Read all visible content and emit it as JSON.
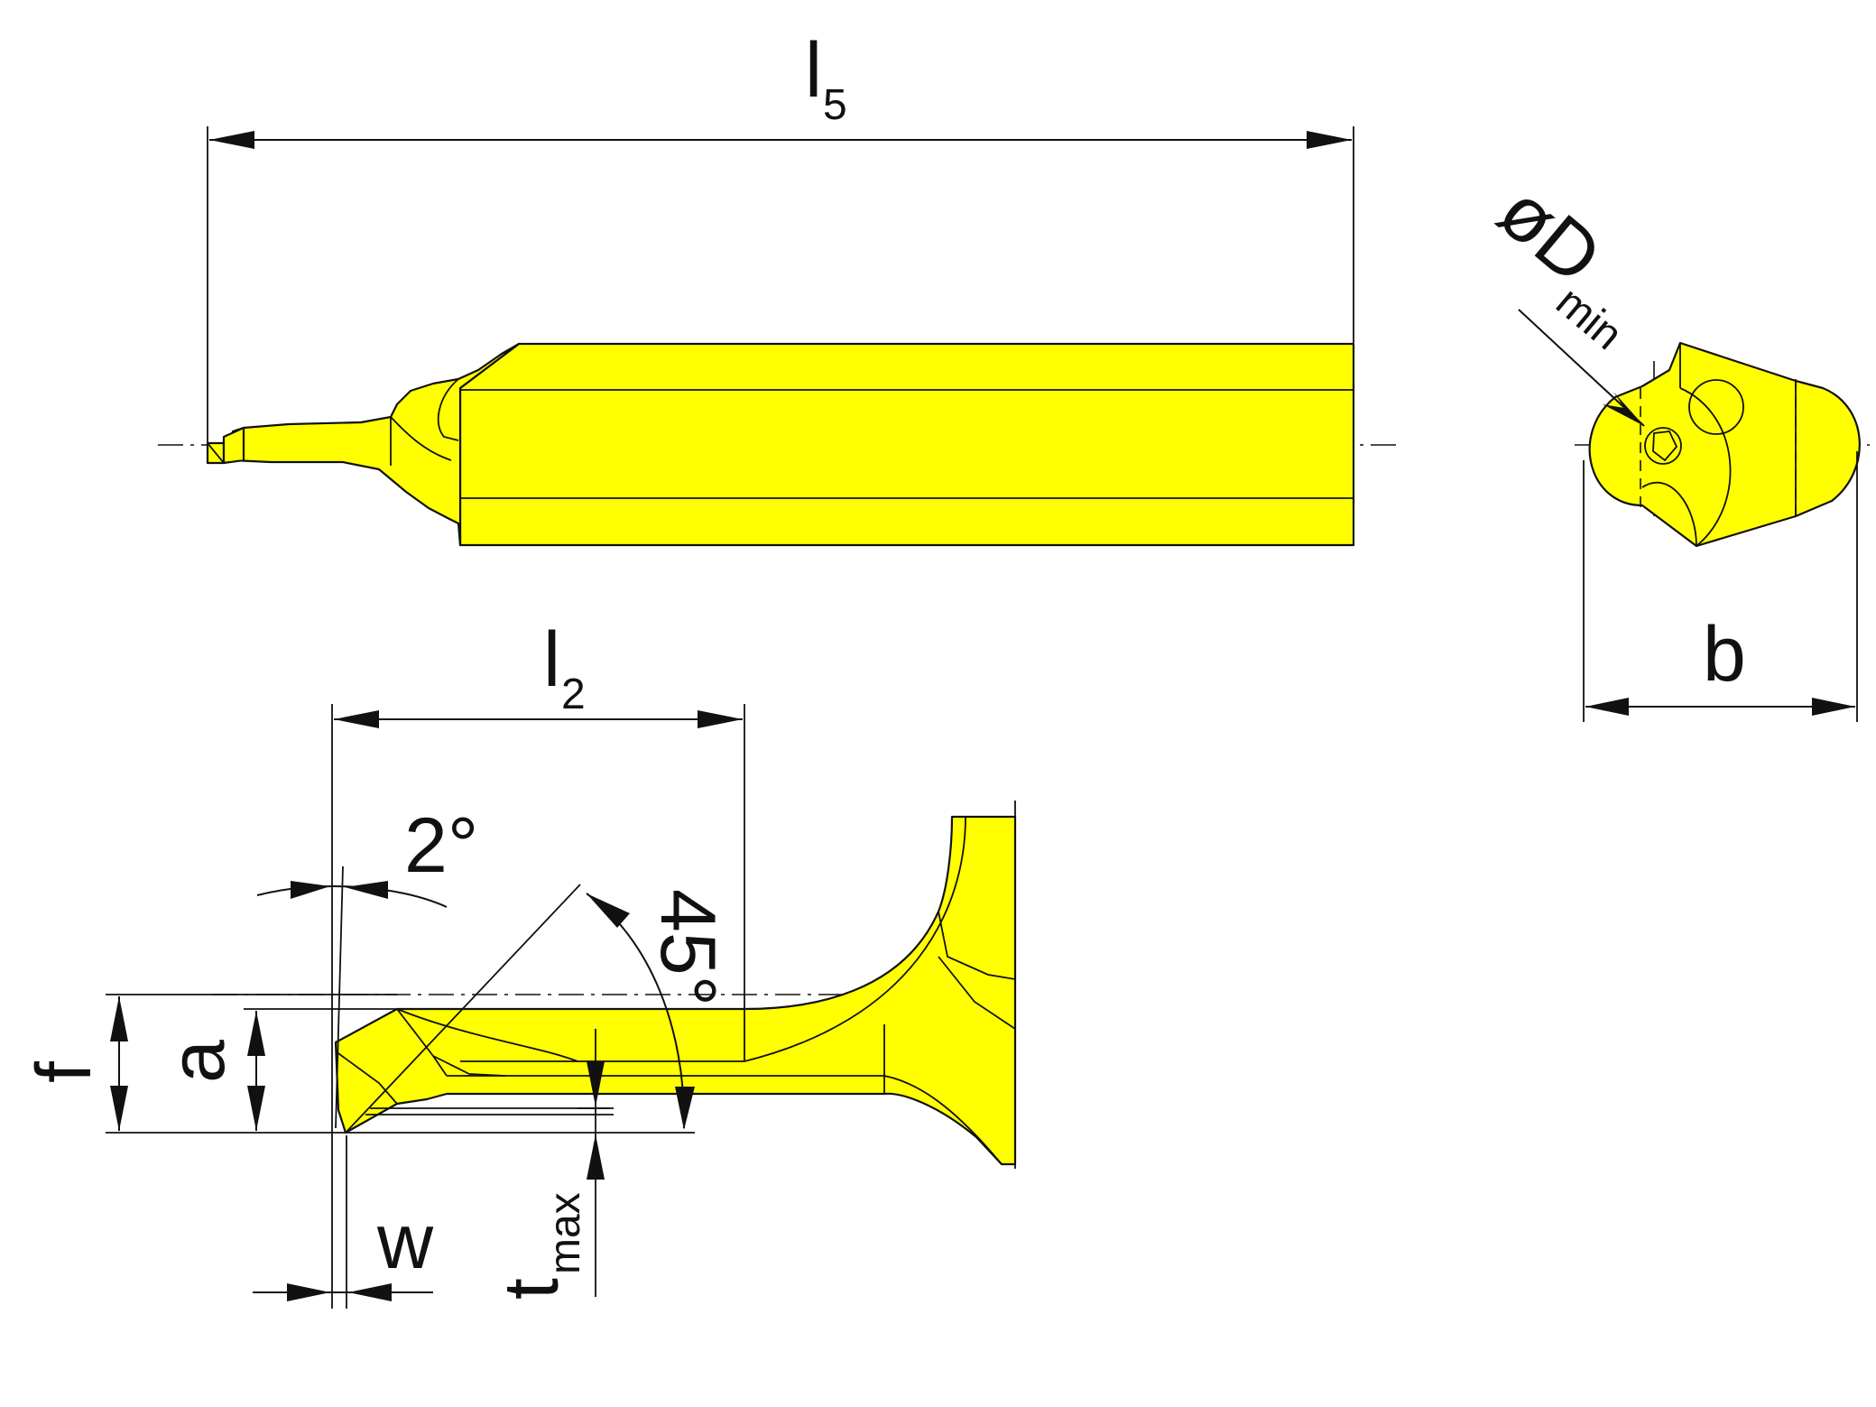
{
  "colors": {
    "part_fill": "#ffff00",
    "line": "#111111",
    "background": "#ffffff"
  },
  "labels": {
    "l5": {
      "main": "l",
      "sub": "5"
    },
    "l2": {
      "main": "l",
      "sub": "2"
    },
    "dmin": {
      "main": "øD",
      "sub": "min"
    },
    "b": "b",
    "angle_2": "2°",
    "angle_45": "45°",
    "f": "f",
    "a": "a",
    "w": "w",
    "tmax": {
      "main": "t",
      "sub": "max"
    }
  }
}
